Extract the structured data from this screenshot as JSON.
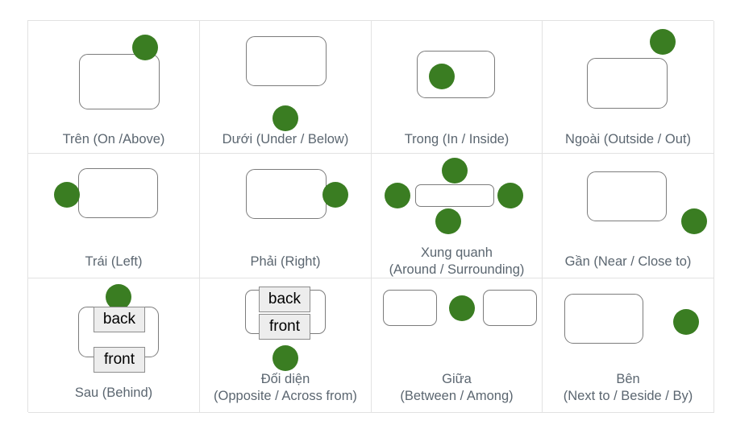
{
  "page": {
    "title": "Vietnamese prepositions of place reference chart",
    "background_color": "#ffffff",
    "grid_line_color": "#e2e2e2",
    "dot_color": "#3a7d22",
    "box_stroke_color": "#7c7c7c",
    "caption_color": "#5b6670",
    "tag_fill_color": "#ededed",
    "tag_stroke_color": "#8d8d8d",
    "tag_text_color": "#000000",
    "columns": 4,
    "rows": 3
  },
  "cells": [
    {
      "id": "tren",
      "row": 1,
      "col": 1,
      "caption": "Trên (On /Above)",
      "term_vi": "Trên",
      "term_en": "On /Above",
      "figure": "dot above box",
      "dot_count": 1
    },
    {
      "id": "duoi",
      "row": 1,
      "col": 2,
      "caption": "Dưới (Under / Below)",
      "term_vi": "Dưới",
      "term_en": "Under / Below",
      "figure": "dot below box",
      "dot_count": 1
    },
    {
      "id": "trong",
      "row": 1,
      "col": 3,
      "caption": "Trong (In / Inside)",
      "term_vi": "Trong",
      "term_en": "In / Inside",
      "figure": "dot inside box",
      "dot_count": 1
    },
    {
      "id": "ngoai",
      "row": 1,
      "col": 4,
      "caption": "Ngoài (Outside / Out)",
      "term_vi": "Ngoài",
      "term_en": "Outside / Out",
      "figure": "dot outside above-right of box",
      "dot_count": 1
    },
    {
      "id": "trai",
      "row": 2,
      "col": 1,
      "caption": "Trái (Left)",
      "term_vi": "Trái",
      "term_en": "Left",
      "figure": "dot at left edge of box",
      "dot_count": 1
    },
    {
      "id": "phai",
      "row": 2,
      "col": 2,
      "caption": "Phải (Right)",
      "term_vi": "Phải",
      "term_en": "Right",
      "figure": "dot at right edge of box",
      "dot_count": 1
    },
    {
      "id": "xung-quanh",
      "row": 2,
      "col": 3,
      "caption": "Xung quanh\n(Around / Surrounding)",
      "term_vi": "Xung quanh",
      "term_en": "Around / Surrounding",
      "figure": "four dots around a flat box",
      "dot_count": 4
    },
    {
      "id": "gan",
      "row": 2,
      "col": 4,
      "caption": "Gần (Near / Close to)",
      "term_vi": "Gần",
      "term_en": "Near / Close to",
      "figure": "dot near lower-right of box",
      "dot_count": 1
    },
    {
      "id": "sau",
      "row": 3,
      "col": 1,
      "caption": "Sau (Behind)",
      "term_vi": "Sau",
      "term_en": "Behind",
      "figure": "dot above box labelled back / front",
      "dot_count": 1,
      "tag_back": "back",
      "tag_front": "front"
    },
    {
      "id": "doi-dien",
      "row": 3,
      "col": 2,
      "caption": "Đối diện\n(Opposite / Across from)",
      "term_vi": "Đối diện",
      "term_en": "Opposite / Across from",
      "figure": "dot below box labelled back / front",
      "dot_count": 1,
      "tag_back": "back",
      "tag_front": "front"
    },
    {
      "id": "giua",
      "row": 3,
      "col": 3,
      "caption": "Giữa\n(Between / Among)",
      "term_vi": "Giữa",
      "term_en": "Between / Among",
      "figure": "dot between two boxes",
      "dot_count": 1
    },
    {
      "id": "ben",
      "row": 3,
      "col": 4,
      "caption": "Bên\n(Next to / Beside / By)",
      "term_vi": "Bên",
      "term_en": "Next to / Beside / By",
      "figure": "dot beside box",
      "dot_count": 1
    }
  ]
}
